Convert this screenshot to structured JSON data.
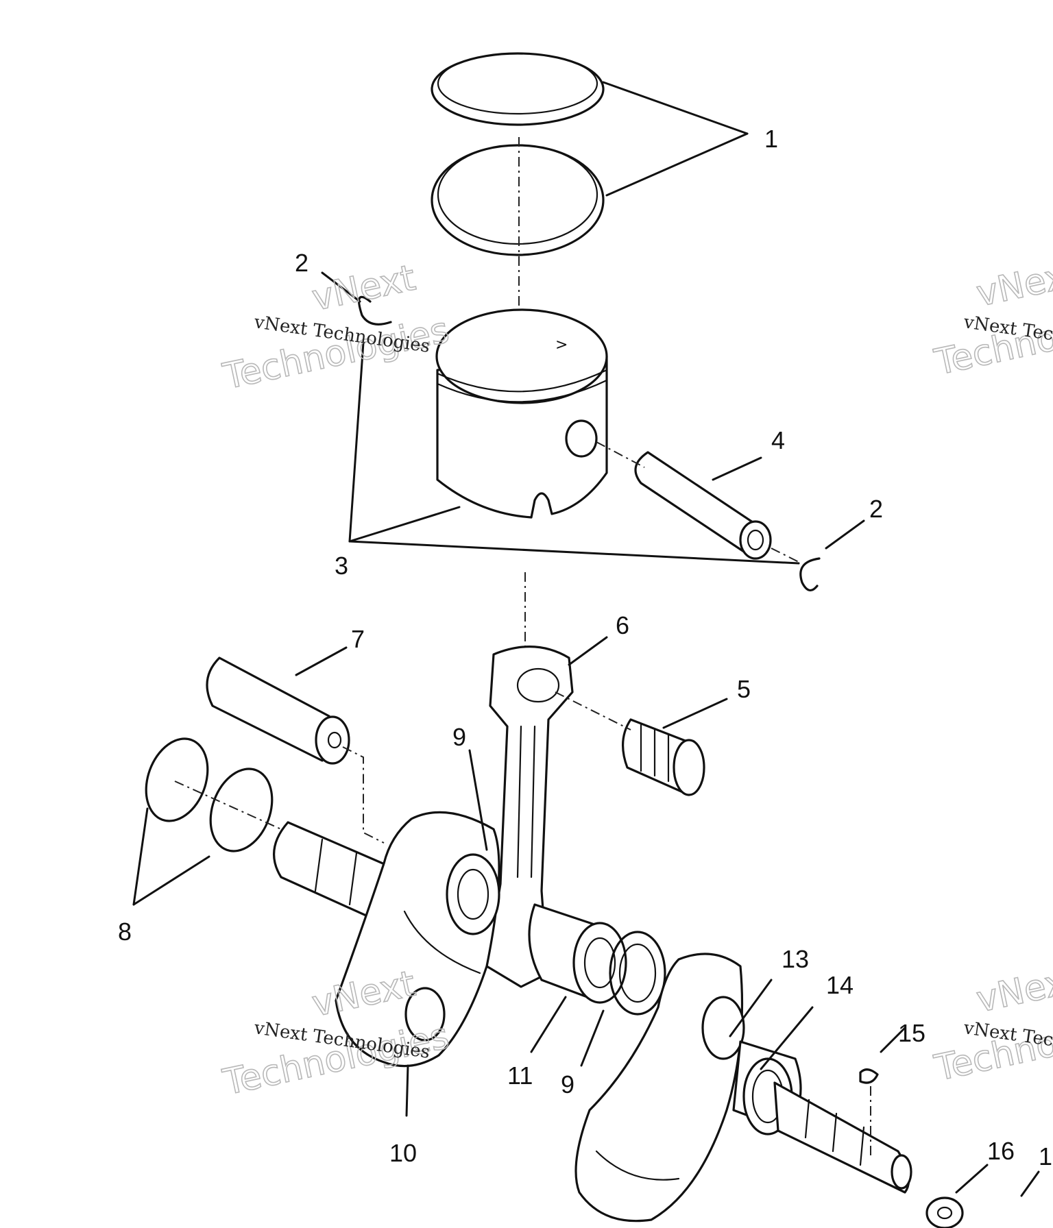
{
  "diagram": {
    "callouts": [
      {
        "id": "c1",
        "text": "1"
      },
      {
        "id": "c2a",
        "text": "2"
      },
      {
        "id": "c2b",
        "text": "2"
      },
      {
        "id": "c3",
        "text": "3"
      },
      {
        "id": "c4",
        "text": "4"
      },
      {
        "id": "c5",
        "text": "5"
      },
      {
        "id": "c6",
        "text": "6"
      },
      {
        "id": "c7",
        "text": "7"
      },
      {
        "id": "c8",
        "text": "8"
      },
      {
        "id": "c9a",
        "text": "9"
      },
      {
        "id": "c9b",
        "text": "9"
      },
      {
        "id": "c10",
        "text": "10"
      },
      {
        "id": "c11",
        "text": "11"
      },
      {
        "id": "c13",
        "text": "13"
      },
      {
        "id": "c14",
        "text": "14"
      },
      {
        "id": "c15",
        "text": "15"
      },
      {
        "id": "c16",
        "text": "16"
      },
      {
        "id": "c17",
        "text": "1"
      }
    ]
  },
  "watermark": {
    "line_small": "vNext Technologies",
    "line_top": "vNext",
    "line_bottom": "Technologies"
  }
}
